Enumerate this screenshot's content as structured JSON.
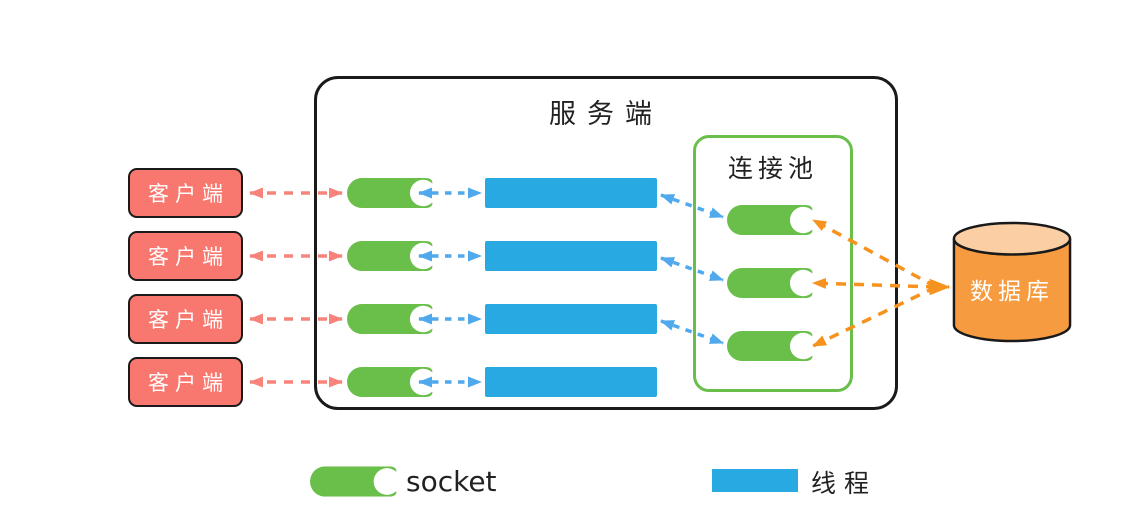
{
  "server": {
    "title": "服务端",
    "socket_count": 4,
    "thread_count": 4
  },
  "clients": [
    {
      "label": "客户端"
    },
    {
      "label": "客户端"
    },
    {
      "label": "客户端"
    },
    {
      "label": "客户端"
    }
  ],
  "pool": {
    "title": "连接池",
    "socket_count": 3
  },
  "database": {
    "label": "数据库"
  },
  "legend": {
    "socket_label": "socket",
    "thread_label": "线程"
  },
  "colors": {
    "client_fill": "#F8776E",
    "outline": "#1A1A1A",
    "socket_green": "#6ABF4B",
    "thread_blue": "#29A9E1",
    "database_body": "#F79B40",
    "database_top": "#FBCFA3",
    "arrow_pink": "#F8837B",
    "arrow_blue": "#4FA9EC",
    "arrow_orange": "#F6921E",
    "text_dark": "#222222"
  }
}
